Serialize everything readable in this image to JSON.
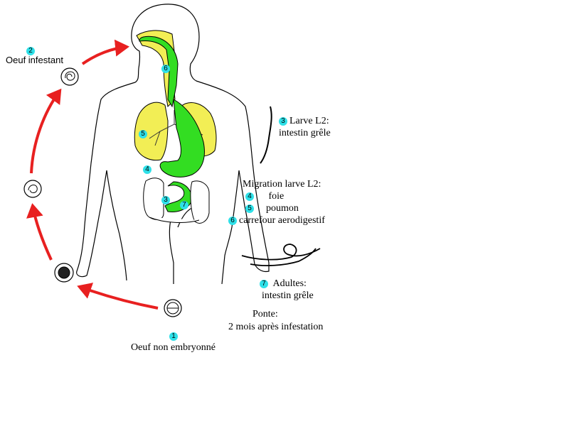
{
  "steps": {
    "s1": {
      "num": "1",
      "text": "Oeuf non embryonné"
    },
    "s2": {
      "num": "2",
      "text": "Oeuf infestant"
    },
    "s3": {
      "num": "3",
      "line1": "Larve L2:",
      "line2": "intestin grêle"
    },
    "migration_title": "Migration larve L2:",
    "s4": {
      "num": "4",
      "text": "foie"
    },
    "s5": {
      "num": "5",
      "text": "poumon"
    },
    "s6": {
      "num": "6",
      "text": "carrefour aerodigestif"
    },
    "s7": {
      "num": "7",
      "line1": "Adultes:",
      "line2": "intestin grêle"
    },
    "ponte": {
      "line1": "Ponte:",
      "line2": "2 mois après infestation"
    }
  },
  "body_markers": {
    "m6": "6",
    "m5": "5",
    "m4": "4",
    "m3": "3",
    "m7": "7"
  },
  "colors": {
    "arrow": "#e82020",
    "digestive": "#33dd22",
    "respiratory": "#f2ee55",
    "marker": "#2ee0e8",
    "outline": "#000000"
  }
}
